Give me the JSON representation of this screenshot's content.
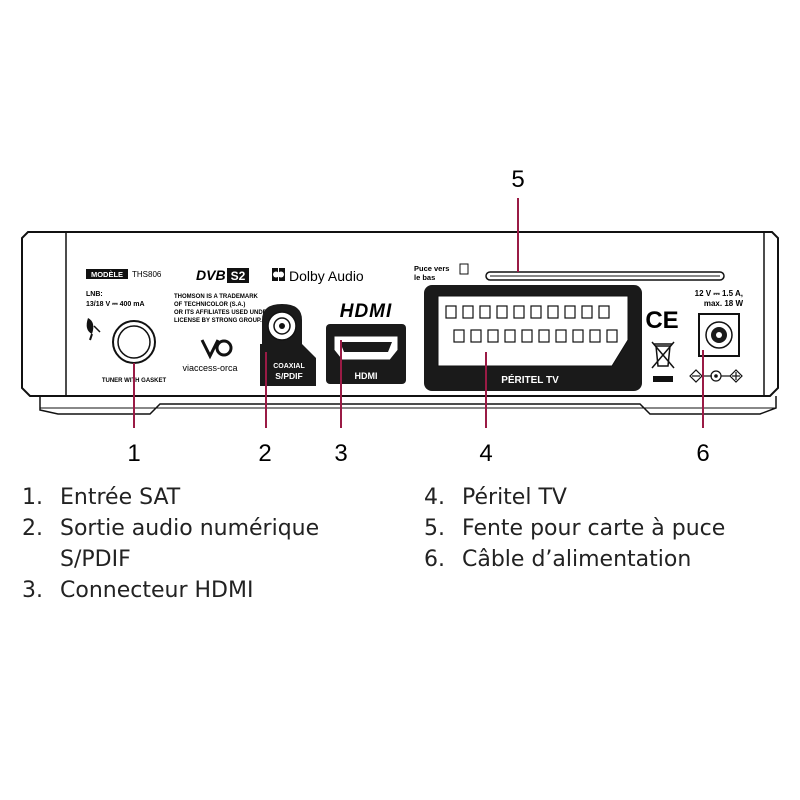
{
  "device": {
    "model_badge": "MODÈLE",
    "model_number": "THS806",
    "lnb_title": "LNB:",
    "lnb_spec": "13/18 V ⎓ 400 mA",
    "tuner_label": "TUNER WITH GASKET",
    "trademark_lines": [
      "THOMSON IS A TRADEMARK",
      "OF TECHNICOLOR (S.A.)",
      "OR ITS AFFILIATES USED UNDER",
      "LICENSE BY STRONG GROUP."
    ],
    "dvb_logo": "DVB",
    "dvb_s2": "S2",
    "dolby_logo": "Dolby Audio",
    "viaccess_logo": "viaccess-orca",
    "coaxial_label_1": "COAXIAL",
    "coaxial_label_2": "S/PDIF",
    "hdmi_logo": "HDMI",
    "hdmi_label": "HDMI",
    "chip_hint_1": "Puce vers",
    "chip_hint_2": "le bas",
    "peritel_label": "PÉRITEL TV",
    "ce_mark": "CE",
    "power_spec_1": "12 V ⎓ 1.5 A,",
    "power_spec_2": "max. 18 W"
  },
  "callouts": {
    "c1": "1",
    "c2": "2",
    "c3": "3",
    "c4": "4",
    "c5": "5",
    "c6": "6"
  },
  "colors": {
    "callout_line": "#9a1b45",
    "dark_panel": "#1a1a1a",
    "device_body": "#ffffff"
  },
  "legend": {
    "left": [
      {
        "num": "1.",
        "text": "Entrée SAT"
      },
      {
        "num": "2.",
        "text": "Sortie audio numérique",
        "cont": "S/PDIF"
      },
      {
        "num": "3.",
        "text": "Connecteur HDMI"
      }
    ],
    "right": [
      {
        "num": "4.",
        "text": "Péritel TV"
      },
      {
        "num": "5.",
        "text": "Fente pour carte à puce"
      },
      {
        "num": "6.",
        "text": "Câble d’alimentation"
      }
    ]
  }
}
